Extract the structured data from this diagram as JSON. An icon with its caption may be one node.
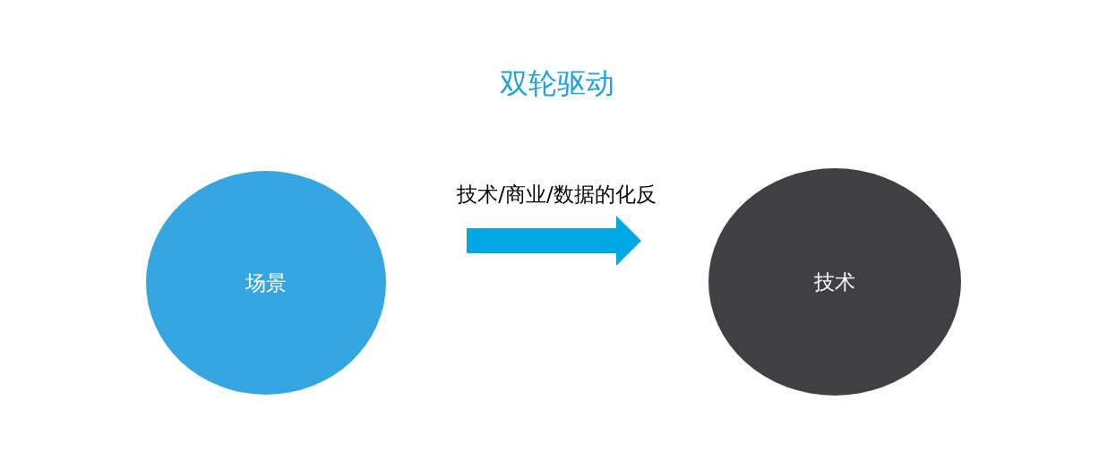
{
  "diagram": {
    "title": "双轮驱动",
    "nodes": [
      {
        "text": [
          "场景"
        ]
      },
      {
        "text": [
          "技术"
        ]
      }
    ],
    "edges": [
      {
        "from": 0,
        "to": 1,
        "arrow": "to",
        "label": "技术/商业/数据的化反"
      }
    ]
  }
}
